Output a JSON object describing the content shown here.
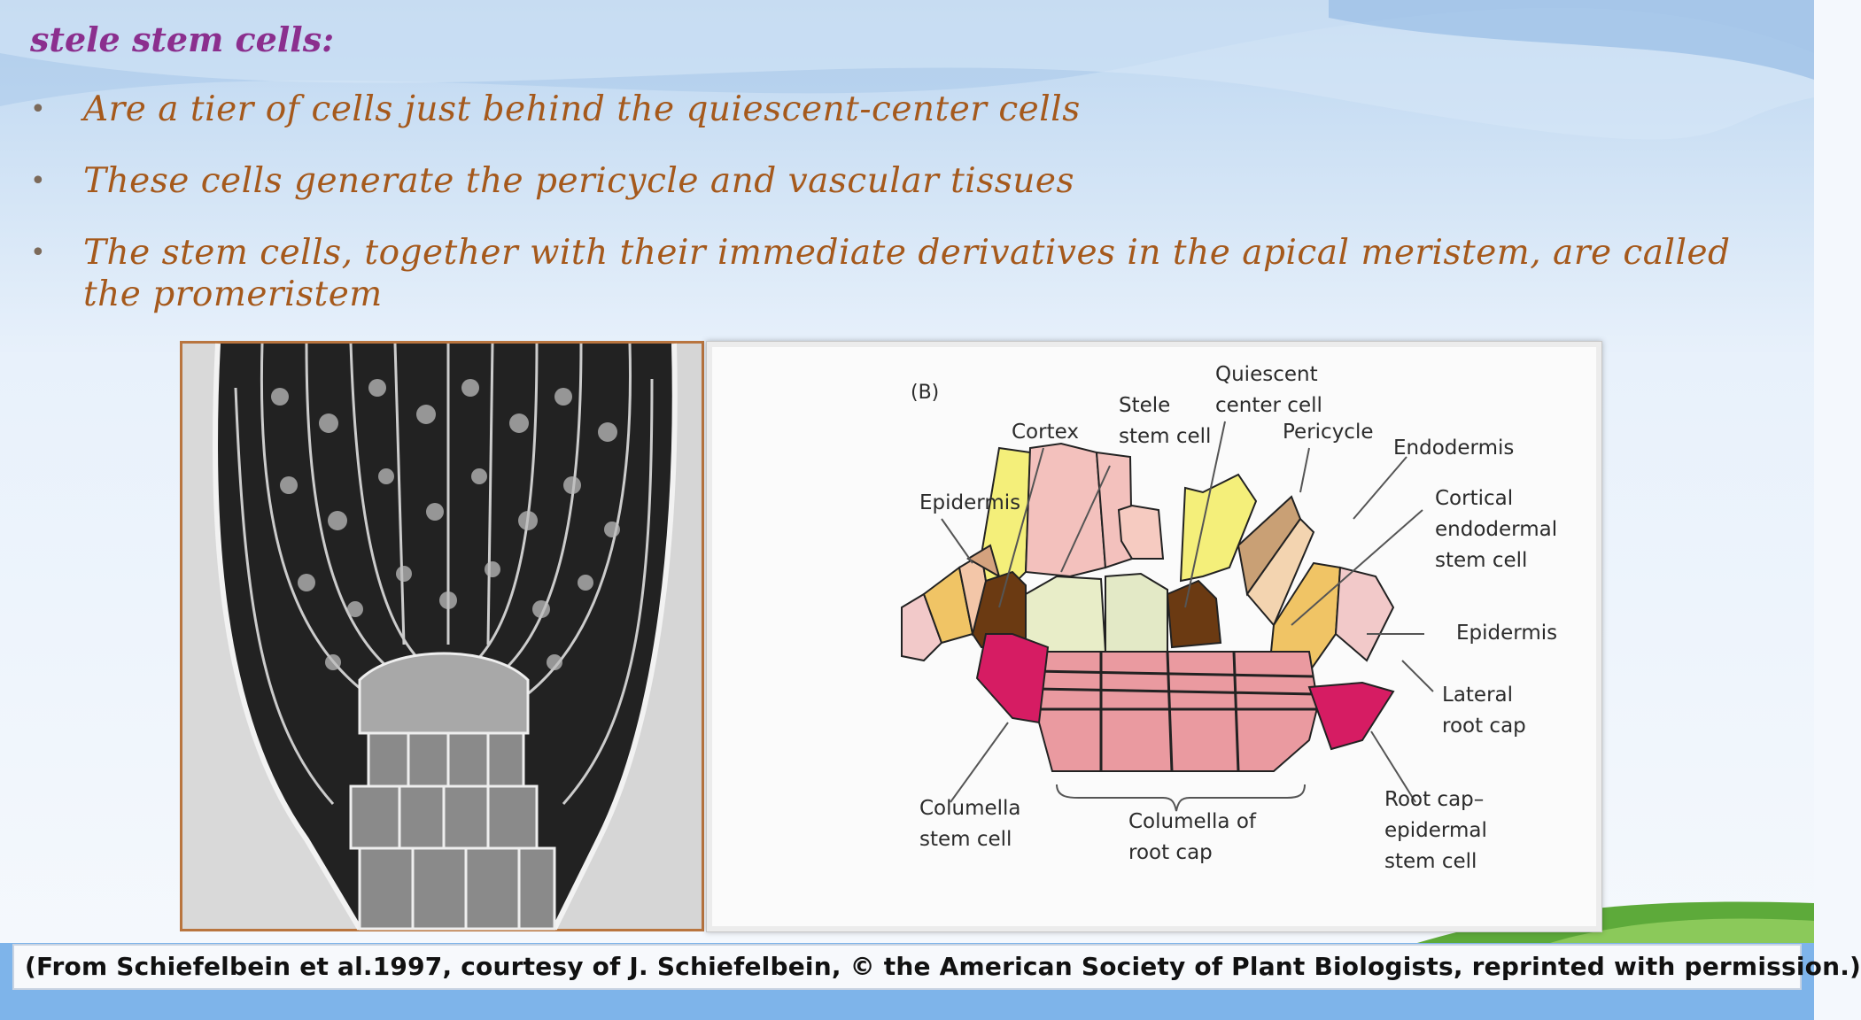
{
  "slide": {
    "title": "stele stem cells:",
    "bullets": [
      {
        "text": "Are a tier of cells just behind the quiescent-center cells"
      },
      {
        "text": "These cells generate the pericycle and vascular tissues"
      },
      {
        "text": "The stem cells, together with their immediate derivatives in the apical meristem, are called the promeristem"
      }
    ],
    "bullet_glyph": "•",
    "citation": "(From Schiefelbein et al.1997, courtesy of J. Schiefelbein, © the American Society of Plant Biologists, reprinted with permission.)"
  },
  "diagram": {
    "panel": "(B)",
    "labels": {
      "quiescent": "Quiescent\ncenter cell",
      "stele": "Stele\nstem cell",
      "cortex": "Cortex",
      "pericycle": "Pericycle",
      "endodermis": "Endodermis",
      "epidermis_left": "Epidermis",
      "cortical_endodermal": "Cortical\nendodermal\nstem cell",
      "epidermis_right": "Epidermis",
      "lateral_root_cap": "Lateral\nroot cap",
      "columella_stem": "Columella\nstem cell",
      "columella_cap": "Columella of\nroot cap",
      "root_cap_epidermal": "Root cap–\nepidermal\nstem cell"
    }
  },
  "colors": {
    "title": "#8b2f8e",
    "bullet_text": "#a5591c",
    "epidermis": "#f2c9c9",
    "cortex_yellow": "#f4df6e",
    "stele": "#f3c1bd",
    "quiescent": "#e8edc8",
    "endodermis_brown": "#6b3a12",
    "pericycle": "#c9a075",
    "columella": "#ea9aa0",
    "root_cap_magenta": "#d61c63",
    "arrow": "#7fb2b3"
  }
}
